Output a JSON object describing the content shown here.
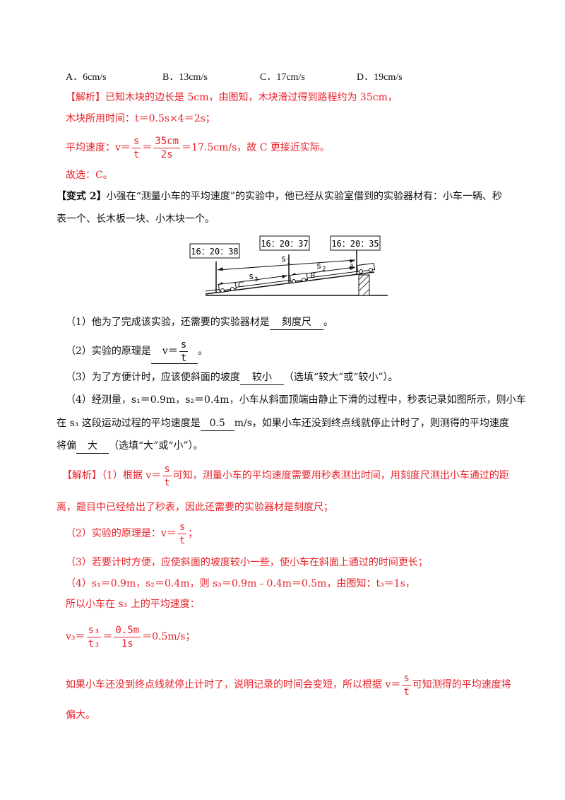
{
  "options": {
    "a": "A．6cm/s",
    "b": "B．13cm/s",
    "c": "C．17cm/s",
    "d": "D．19cm/s"
  },
  "analysis1": {
    "tag": "【解析】",
    "l1": "已知木块的边长是 5cm，由图知，木块滑过得到路程约为 35cm，",
    "l2": "木块所用时间：t＝0.5s×4＝2s；",
    "l3_pre": "平均速度：v＝",
    "f1_num": "s",
    "f1_den": "t",
    "eq": "＝",
    "f2_num": "35cm",
    "f2_den": "2s",
    "l3_post": "＝17.5cm/s，故 C 更接近实际。",
    "l4": "故选：C。"
  },
  "variant": {
    "tag": "【变式 2】",
    "l1": "小强在“测量小车的平均速度”的实验中，他已经从实验室借到的实验器材有：小车一辆、秒",
    "l2": "表一个、长木板一块、小木块一个。"
  },
  "diagram": {
    "clock_c": "16：20：38",
    "clock_b": "16：20：37",
    "clock_a": "16：20：35",
    "s1": "s",
    "s1_sub": "1",
    "s2": "s",
    "s2_sub": "2",
    "s3": "s",
    "s3_sub": "3",
    "pt_a": "A",
    "pt_b": "B",
    "pt_c": "C"
  },
  "questions": {
    "q1_pre": "（1）他为了完成该实验，还需要的实验器材是",
    "q1_ans": "刻度尺",
    "q1_post": "。",
    "q2_pre": "（2）实验的原理是",
    "q2_ans_pre": "v＝",
    "q2_num": "s",
    "q2_den": "t",
    "q2_post": "。",
    "q3_pre": "（3）为了方便计时，应该使斜面的坡度",
    "q3_ans": "较小",
    "q3_post": "（选填“较大”或“较小”）。",
    "q4_l1": "（4）经测量，s₁＝0.9m，s₂＝0.4m，小车从斜面顶端由静止下滑的过程中，秒表记录如图所示，则小车",
    "q4_l2_pre": "在 s₃ 这段运动过程的平均速度是",
    "q4_ans1": "0.5",
    "q4_l2_post": "m/s，如果小车还没到终点线就停止计时了，则测得的平均速度",
    "q4_l3_pre": "将偏",
    "q4_ans2": "大",
    "q4_l3_post": "（选填“大”或“小”）。"
  },
  "analysis2": {
    "tag": "【解析】",
    "p1_pre": "（1）根据 v＝",
    "p1_num": "s",
    "p1_den": "t",
    "p1_post": "可知，测量小车的平均速度需要用秒表测出时间，用刻度尺测出小车通过的距",
    "p1_l2": "离，题目中已经给出了秒表，因此还需要的实验器材是刻度尺；",
    "p2_pre": "（2）实验的原理是：v＝",
    "p2_num": "s",
    "p2_den": "t",
    "p2_post": "；",
    "p3": "（3）若要计时方便，应使斜面的坡度较小一些，使小车在斜面上通过的时间更长；",
    "p4": "（4）s₁＝0.9m，s₂＝0.4m，则 s₃＝0.9m﹣0.4m＝0.5m，由图知：t₃＝1s，",
    "p5": "所以小车在 s₃ 上的平均速度：",
    "p6_pre": "v₃＝",
    "p6_num": "s₃",
    "p6_den": "t₃",
    "p6_eq": "＝",
    "p6_num2": "0.5m",
    "p6_den2": "1s",
    "p6_post": "＝0.5m/s；",
    "p7_pre": "如果小车还没到终点线就停止计时了，说明记录的时间会变短，所以根据 v＝",
    "p7_num": "s",
    "p7_den": "t",
    "p7_post": "可知测得的平均速度将",
    "p8": "偏大。"
  }
}
